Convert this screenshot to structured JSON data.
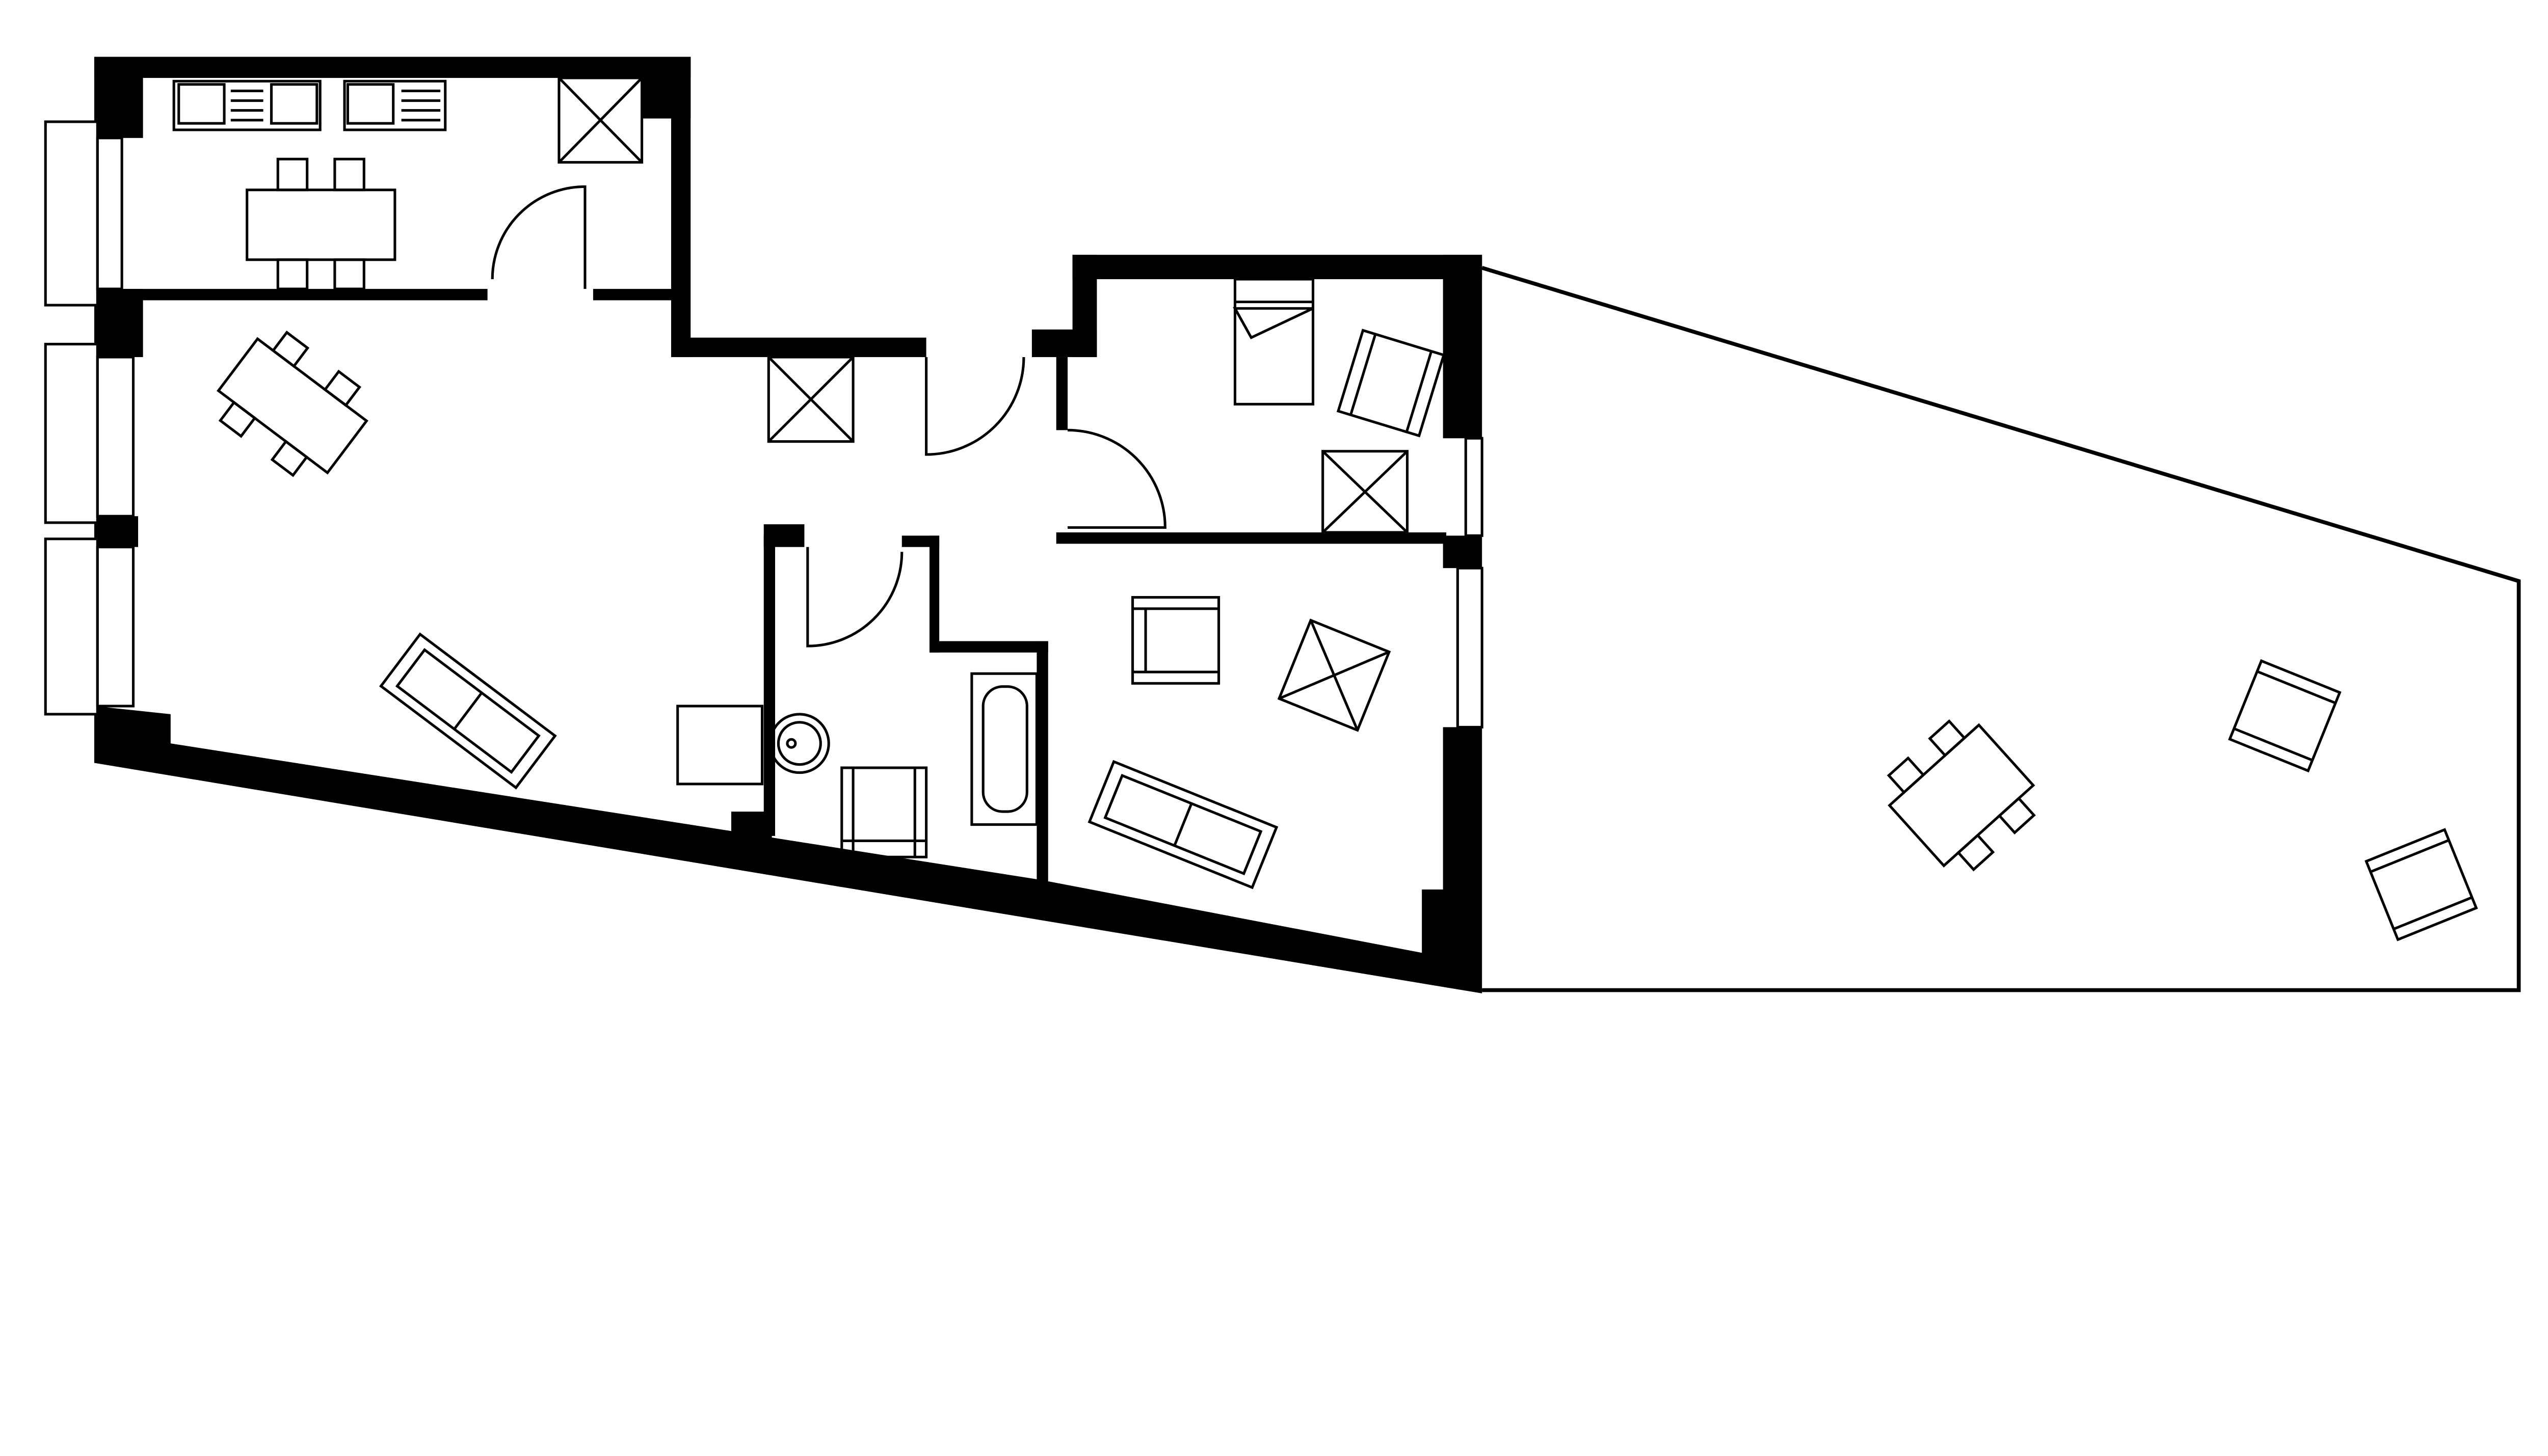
{
  "plan": {
    "wall_color": "#000000",
    "background_color": "#ffffff",
    "rooms": [
      "kitchen",
      "living-room",
      "hallway",
      "bedroom",
      "bathroom",
      "second-room",
      "garden-terrace"
    ],
    "icons": [
      "sink-icon",
      "stove-icon",
      "dining-table-icon",
      "sofa-icon",
      "armchair-icon",
      "bed-icon",
      "bathtub-icon",
      "washbasin-icon",
      "wardrobe-icon",
      "door-swing-icon",
      "window-icon"
    ]
  }
}
